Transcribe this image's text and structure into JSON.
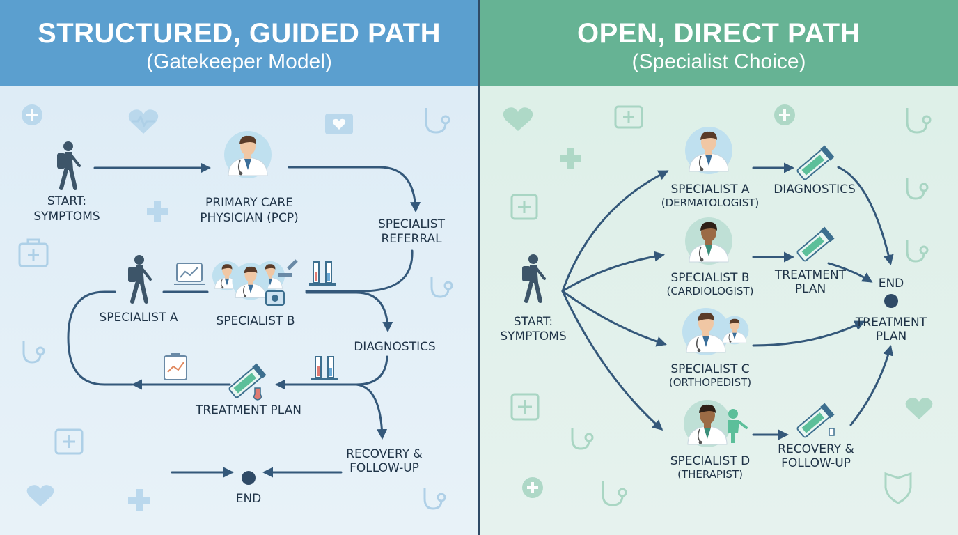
{
  "left": {
    "title": "STRUCTURED, GUIDED PATH",
    "subtitle": "(Gatekeeper Model)",
    "start_line1": "START:",
    "start_line2": "SYMPTOMS",
    "pcp_line1": "PRIMARY CARE",
    "pcp_line2": "PHYSICIAN (PCP)",
    "referral_line1": "SPECIALIST",
    "referral_line2": "REFERRAL",
    "specialist_a": "SPECIALIST A",
    "specialist_b": "SPECIALIST B",
    "diagnostics": "DIAGNOSTICS",
    "treatment_plan": "TREATMENT PLAN",
    "recovery_line1": "RECOVERY &",
    "recovery_line2": "FOLLOW-UP",
    "end": "END"
  },
  "right": {
    "title": "OPEN, DIRECT PATH",
    "subtitle": "(Specialist Choice)",
    "start_line1": "START:",
    "start_line2": "SYMPTOMS",
    "spec_a": "SPECIALIST A",
    "spec_a_sub": "(DERMATOLOGIST)",
    "spec_b": "SPECIALIST B",
    "spec_b_sub": "(CARDIOLOGIST)",
    "spec_c": "SPECIALIST C",
    "spec_c_sub": "(ORTHOPEDIST)",
    "spec_d": "SPECIALIST D",
    "spec_d_sub": "(THERAPIST)",
    "diagnostics": "DIAGNOSTICS",
    "treatment_line1": "TREATMENT",
    "treatment_line2": "PLAN",
    "recovery_line1": "RECOVERY &",
    "recovery_line2": "FOLLOW-UP",
    "end": "END",
    "end_treat_line1": "TREATMENT",
    "end_treat_line2": "PLAN"
  },
  "colors": {
    "left_header": "#5b9fcf",
    "right_header": "#66b394",
    "flow": "#34587a",
    "divider": "#2f4a66"
  }
}
